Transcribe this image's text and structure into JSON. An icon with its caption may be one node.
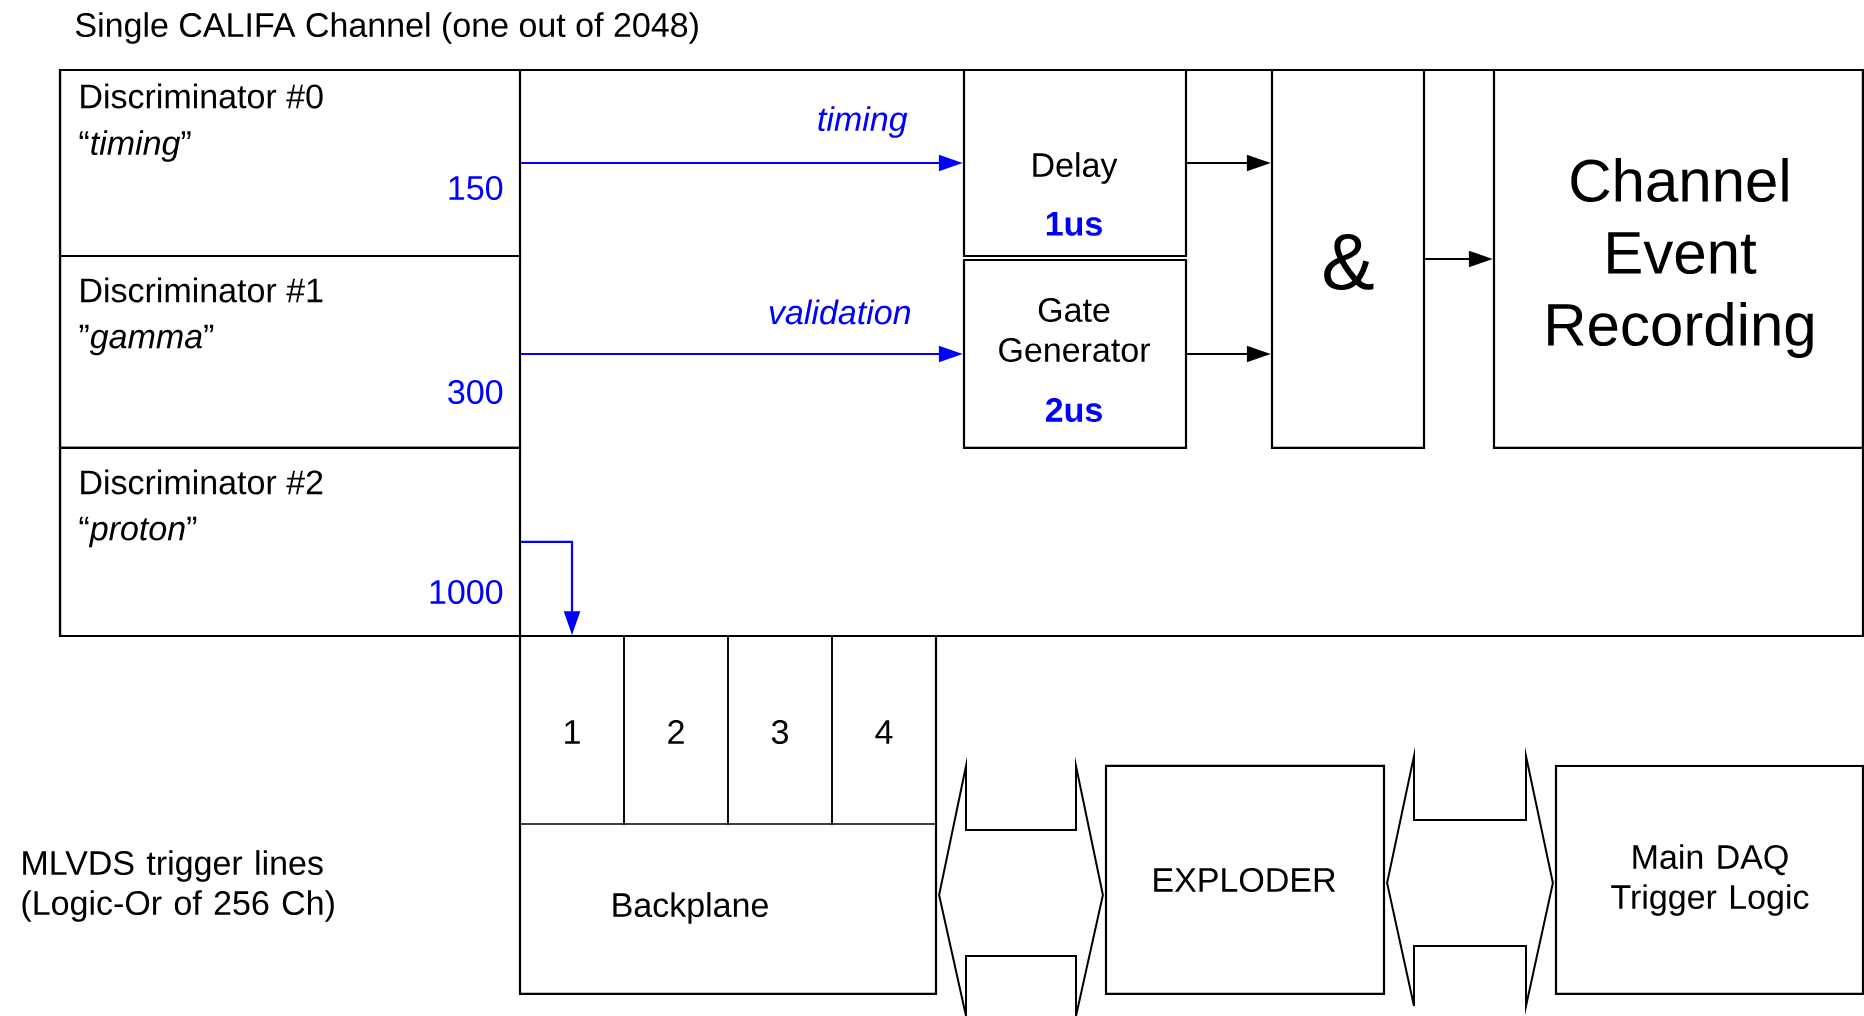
{
  "diagram": {
    "nodes": [
      {
        "text": [
          "Single CALIFA Channel (one out of 2048)"
        ]
      },
      {
        "text": [
          "Discriminator #0",
          "“*timing*”",
          "150"
        ],
        "in": 0
      },
      {
        "text": [
          "Discriminator #1",
          "”*gamma*”",
          "300"
        ],
        "in": 0
      },
      {
        "text": [
          "Discriminator #2",
          "“*proton*”",
          "1000"
        ],
        "in": 0
      },
      {
        "text": [
          "Delay",
          "1us"
        ],
        "in": 0
      },
      {
        "text": [
          "Gate Generator",
          "2us"
        ],
        "in": 0
      },
      {
        "text": [
          "&"
        ],
        "in": 0
      },
      {
        "text": [
          "Channel Event Recording"
        ],
        "in": 0
      },
      {
        "text": [
          "Backplane"
        ]
      },
      {
        "text": [
          "1"
        ],
        "in": 8
      },
      {
        "text": [
          "2"
        ],
        "in": 8
      },
      {
        "text": [
          "3"
        ],
        "in": 8
      },
      {
        "text": [
          "4"
        ],
        "in": 8
      },
      {
        "text": [
          "EXPLODER"
        ]
      },
      {
        "text": [
          "Main DAQ Trigger Logic"
        ]
      }
    ],
    "edges": [
      {
        "from": 1,
        "to": 4,
        "arrow": "to",
        "label": "timing",
        "color": "#0000ff"
      },
      {
        "from": 2,
        "to": 5,
        "arrow": "to",
        "label": "validation",
        "color": "#0000ff"
      },
      {
        "from": 3,
        "to": 9,
        "arrow": "to",
        "color": "#0000ff"
      },
      {
        "from": 4,
        "to": 6,
        "arrow": "to",
        "color": "#000000"
      },
      {
        "from": 5,
        "to": 6,
        "arrow": "to",
        "color": "#000000"
      },
      {
        "from": 6,
        "to": 7,
        "arrow": "to",
        "color": "#000000"
      },
      {
        "from": 8,
        "to": 13,
        "arrow": "both",
        "color": "#000000"
      },
      {
        "from": 13,
        "to": 14,
        "arrow": "both",
        "color": "#000000"
      }
    ],
    "labels": [
      "MLVDS trigger lines (Logic-Or of 256 Ch)"
    ]
  }
}
